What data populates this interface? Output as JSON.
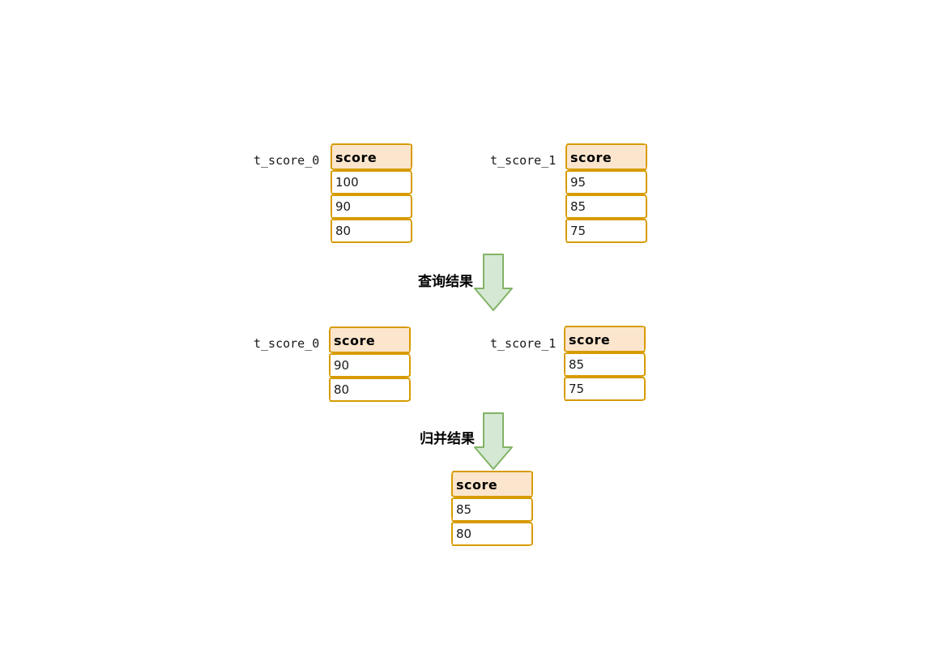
{
  "colors": {
    "table_border": "#D79B00",
    "header_fill": "#FCE5CD",
    "arrow_fill": "#D5E8D4",
    "arrow_border": "#82B366",
    "text": "#000000"
  },
  "stage_top": {
    "tables": [
      {
        "label": "t_score_0",
        "header": "score",
        "rows": [
          "100",
          "90",
          "80"
        ]
      },
      {
        "label": "t_score_1",
        "header": "score",
        "rows": [
          "95",
          "85",
          "75"
        ]
      }
    ]
  },
  "stage_middle": {
    "tables": [
      {
        "label": "t_score_0",
        "header": "score",
        "rows": [
          "90",
          "80"
        ]
      },
      {
        "label": "t_score_1",
        "header": "score",
        "rows": [
          "85",
          "75"
        ]
      }
    ]
  },
  "stage_bottom": {
    "table": {
      "header": "score",
      "rows": [
        "85",
        "80"
      ]
    }
  },
  "arrows": [
    {
      "label": "查询结果"
    },
    {
      "label": "归并结果"
    }
  ]
}
